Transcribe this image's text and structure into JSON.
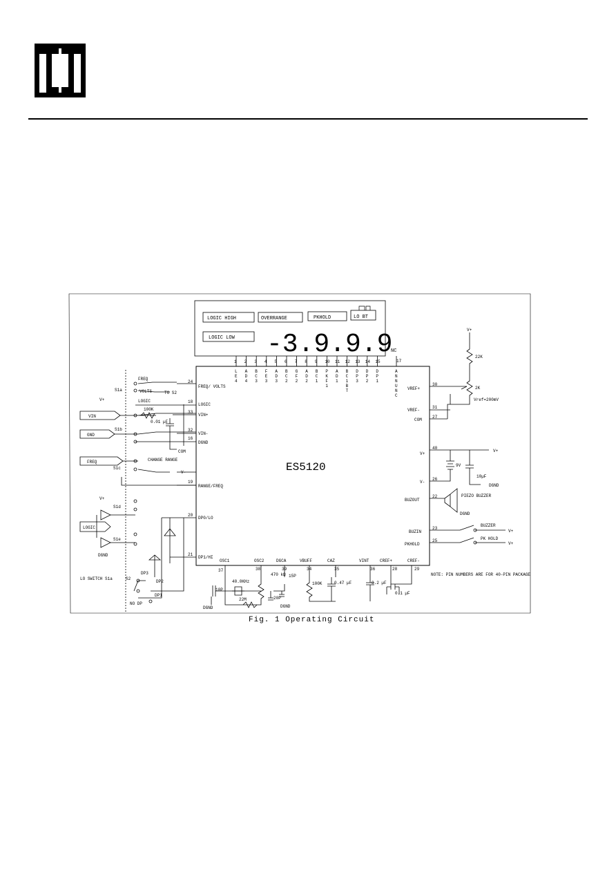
{
  "caption": "Fig. 1 Operating Circuit",
  "lcd": {
    "annunciators": [
      "LOGIC HIGH",
      "OVERRANGE",
      "PKHOLD",
      "LO BT",
      "LOGIC LOW"
    ],
    "reading": "-3.9.9.9"
  },
  "chip": {
    "name": "ES5120"
  },
  "top_pins": [
    {
      "num": "1",
      "sig": "L E 4"
    },
    {
      "num": "2",
      "sig": "A D 4"
    },
    {
      "num": "3",
      "sig": "B C 3"
    },
    {
      "num": "4",
      "sig": "F E 3"
    },
    {
      "num": "5",
      "sig": "A D 3"
    },
    {
      "num": "6",
      "sig": "B C 2"
    },
    {
      "num": "7",
      "sig": "G F 2"
    },
    {
      "num": "8",
      "sig": "A D 2"
    },
    {
      "num": "9",
      "sig": "B C 1"
    },
    {
      "num": "10",
      "sig": "P K F 1"
    },
    {
      "num": "11",
      "sig": "A D 1"
    },
    {
      "num": "12",
      "sig": "B C 1 B T"
    },
    {
      "num": "13",
      "sig": "D P 3"
    },
    {
      "num": "14",
      "sig": "D P 2"
    },
    {
      "num": "15",
      "sig": "D P 1"
    }
  ],
  "nc": {
    "label": "NC",
    "num": "17",
    "sig": "A N N U N C"
  },
  "left_pins": [
    {
      "num": "24",
      "label": "FREQ/ VOLTS"
    },
    {
      "num": "18",
      "label": "LOGIC"
    },
    {
      "num": "33",
      "label": "VIN+"
    },
    {
      "num": "32",
      "label": "VIN-"
    },
    {
      "num": "16",
      "label": "DGND"
    },
    {
      "num": "19",
      "label": "RANGE/FREQ"
    },
    {
      "num": "20",
      "label": "DP0/LO"
    },
    {
      "num": "21",
      "label": "DP1/HI"
    }
  ],
  "right_pins": [
    {
      "num": "30",
      "label": "VREF+"
    },
    {
      "num": "31",
      "label": "VREF-"
    },
    {
      "num": "27",
      "label": "COM"
    },
    {
      "num": "40",
      "label": "V+"
    },
    {
      "num": "26",
      "label": "V-"
    },
    {
      "num": "22",
      "label": "BUZOUT"
    },
    {
      "num": "23",
      "label": "BUZIN"
    },
    {
      "num": "25",
      "label": "PKHOLD"
    }
  ],
  "bottom_pins": [
    {
      "num": "37",
      "label": "OSC1"
    },
    {
      "num": "38",
      "label": "OSC2"
    },
    {
      "num": "39",
      "label": "DGCA"
    },
    {
      "num": "34",
      "label": "VBUFF"
    },
    {
      "num": "35",
      "label": "CAZ"
    },
    {
      "num": "36",
      "label": "VINT"
    },
    {
      "num": "28",
      "label": "CREF+"
    },
    {
      "num": "29",
      "label": "CREF-"
    }
  ],
  "inputs": [
    "VIN",
    "GND",
    "FREQ",
    "LOGIC"
  ],
  "labels": {
    "freq": "FREQ",
    "volts": "VOLTS",
    "to_s2": "TO S2",
    "logic": "LOGIC",
    "r100k": "100K",
    "c001": "0.01 µF",
    "com": "COM",
    "change_range": "CHANGE RANGE",
    "vminus": "V-",
    "vplus": "V+",
    "dgnd": "DGND",
    "s1a": "S1a",
    "s1b": "S1b",
    "s1c": "S1c",
    "s1d": "S1d",
    "s1e": "S1e",
    "s2": "S2",
    "lo_switch": "LO SWITCH S1a",
    "no_dp": "NO DP",
    "dp1": "DP1",
    "dp2": "DP2",
    "dp3": "DP3",
    "r22k": "22K",
    "r2k": "2K",
    "vref_eq": "Vref=200mV",
    "bat": "9V",
    "c10": "10µF",
    "piezo": "PIEZO BUZZER",
    "buzzer": "BUZZER",
    "pk_hold": "PK HOLD",
    "xtal": "40.0KHz",
    "c10p": "10P",
    "r22m": "22M",
    "r470k": "470 kΩ",
    "c15p": "15P",
    "c20p": "20P",
    "r100k2": "100K",
    "c047": "0.47 µF",
    "c02": "0.2 µF",
    "c01": "0.1 µF",
    "note": "NOTE: PIN NUMBERS ARE FOR 40-PIN PACKAGE"
  }
}
